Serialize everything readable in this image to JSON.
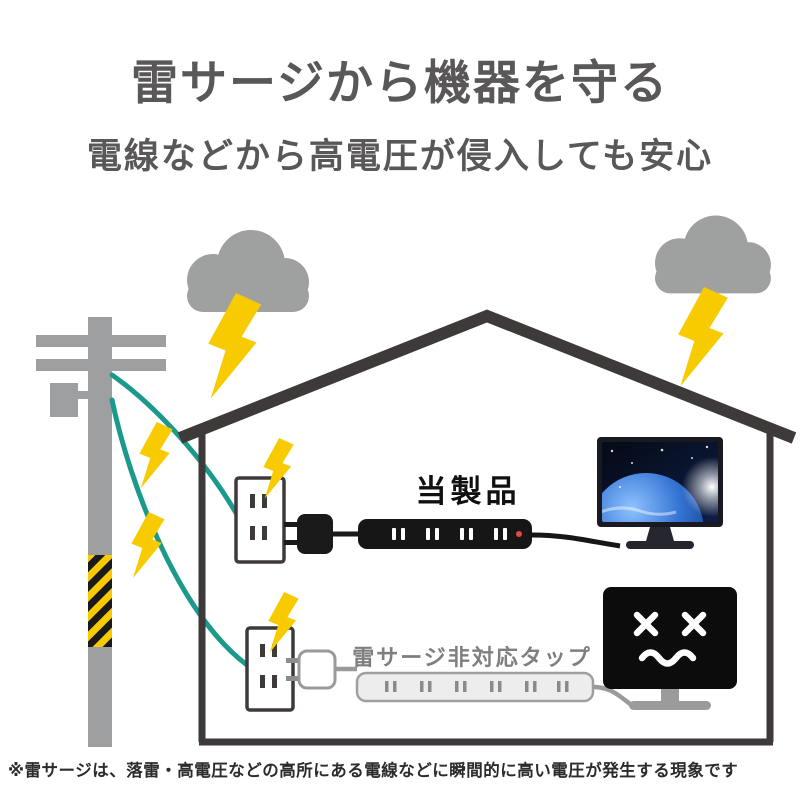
{
  "header": {
    "title": "雷サージから機器を守る",
    "subtitle": "電線などから高電圧が侵入しても安心"
  },
  "illustration": {
    "product_label": "当製品",
    "non_surge_label": "雷サージ非対応タップ"
  },
  "footer": {
    "note": "※雷サージは、落雷・高電圧などの高所にある電線などに瞬間的に高い電圧が発生する現象です"
  },
  "colors": {
    "title_gray": "#595757",
    "lightning_yellow": "#f7cb00",
    "cloud_gray": "#9fa0a0",
    "wire_teal": "#1b998b",
    "house_dark": "#3e3a39",
    "product_strip_black": "#161616",
    "non_surge_strip_gray": "#ededed",
    "non_surge_label_gray": "#7f7f7f"
  }
}
